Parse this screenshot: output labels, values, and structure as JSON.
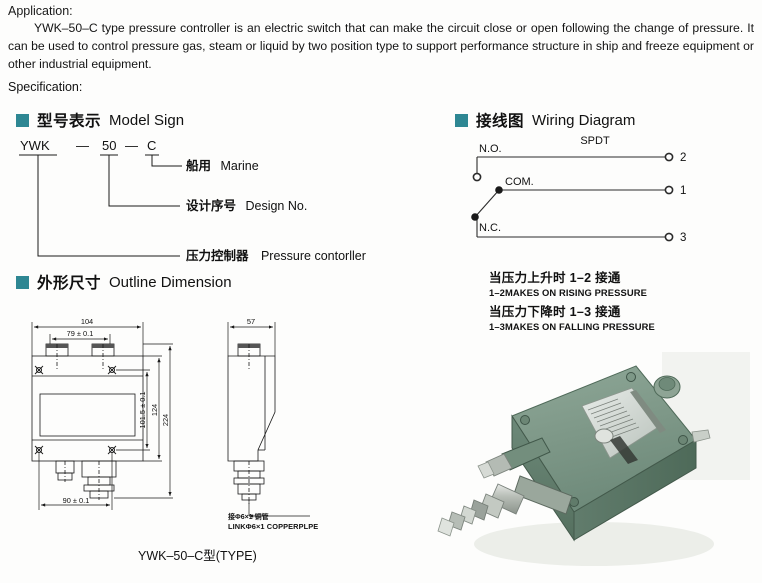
{
  "intro": {
    "application_label": "Application:",
    "paragraph": "YWK–50–C type pressure controller is an electric switch that can make the circuit close or open following the change of pressure. It can be used to control pressure gas, steam or liquid by two position type to support performance structure in ship and freeze equipment or other industrial equipment.",
    "specification_label": "Specification:"
  },
  "sections": {
    "model_sign": {
      "cn": "型号表示",
      "en": "Model Sign"
    },
    "wiring": {
      "cn": "接线图",
      "en": "Wiring Diagram"
    },
    "outline": {
      "cn": "外形尺寸",
      "en": "Outline Dimension"
    }
  },
  "model_sign": {
    "code_parts": [
      "YWK",
      "—",
      "50",
      "—",
      "C"
    ],
    "part_ywk": "YWK",
    "dash1": "—",
    "part_50": "50",
    "dash2": "—",
    "part_c": "C",
    "callouts": [
      {
        "cn": "船用",
        "en": "Marine"
      },
      {
        "cn": "设计序号",
        "en": "Design No."
      },
      {
        "cn": "压力控制器",
        "en": "Pressure contorller"
      }
    ],
    "callout_1_cn": "船用",
    "callout_1_en": "Marine",
    "callout_2_cn": "设计序号",
    "callout_2_en": "Design No.",
    "callout_3_cn": "压力控制器",
    "callout_3_en": "Pressure contorller"
  },
  "wiring": {
    "switch_type": "SPDT",
    "terminal_no": "N.O.",
    "terminal_com": "COM.",
    "terminal_nc": "N.C.",
    "pin_2": "2",
    "pin_1": "1",
    "pin_3": "3",
    "notes": [
      {
        "cn": "当压力上升时 1–2 接通",
        "en": "1–2MAKES ON RISING PRESSURE"
      },
      {
        "cn": "当压力下降时 1–3 接通",
        "en": "1–3MAKES ON FALLING PRESSURE"
      }
    ],
    "note_1_cn": "当压力上升时 1–2 接通",
    "note_1_en": "1–2MAKES ON RISING PRESSURE",
    "note_2_cn": "当压力下降时 1–3 接通",
    "note_2_en": "1–3MAKES ON FALLING PRESSURE"
  },
  "outline": {
    "dim_width_overall": "104",
    "dim_mount_width": "79 ± 0.1",
    "dim_bottom_width": "90 ± 0.1",
    "dim_side_depth": "57",
    "dim_v_101": "101.5 ± 0.1",
    "dim_v_124": "124",
    "dim_v_224": "224",
    "caption_type": "YWK–50–C型(TYPE)",
    "link_note_cn": "接Φ6×1 铜管",
    "link_note_en": "LINKΦ6×1 COPPERPLPE"
  },
  "colors": {
    "bullet_teal": "#2e8793",
    "product_body": "#7a9485",
    "product_body_dark": "#5d7668",
    "product_body_light": "#9cb3a3",
    "line": "#1a1a1a",
    "page_bg": "#fdfdfc"
  }
}
